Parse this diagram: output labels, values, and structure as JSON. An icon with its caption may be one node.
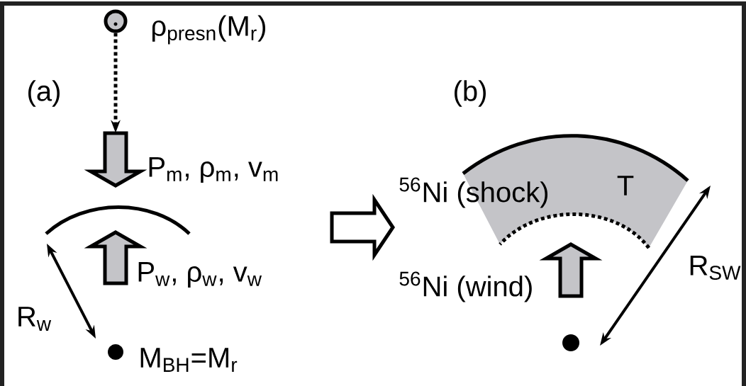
{
  "diagram": {
    "nodes": [
      {
        "text": [],
        "shape": "circle",
        "beside": [
          "ρ$_{presn}$(M$_{r}$)"
        ]
      },
      {
        "text": [
          "T"
        ]
      },
      {
        "text": [],
        "shape": "arrow",
        "beside": [
          "P$_{m}$, ρ$_{m}$, v$_{m}$"
        ]
      },
      {
        "text": [],
        "shape": "arrow",
        "beside": [
          "P$_{w}$, ρ$_{w}$, v$_{w}$"
        ]
      },
      {
        "text": [],
        "shape": "arrow"
      }
    ],
    "edges": [
      {
        "from": 0,
        "to": 2,
        "arrow": "to",
        "style": "dashed"
      }
    ],
    "labels": [
      "(a)",
      "R$_{w}$",
      "M$_{BH}$=M$_{r}$",
      "(b)",
      "$^{56}$Ni (shock)",
      "$^{56}$Ni (wind)",
      "R$_{SW}$"
    ]
  }
}
